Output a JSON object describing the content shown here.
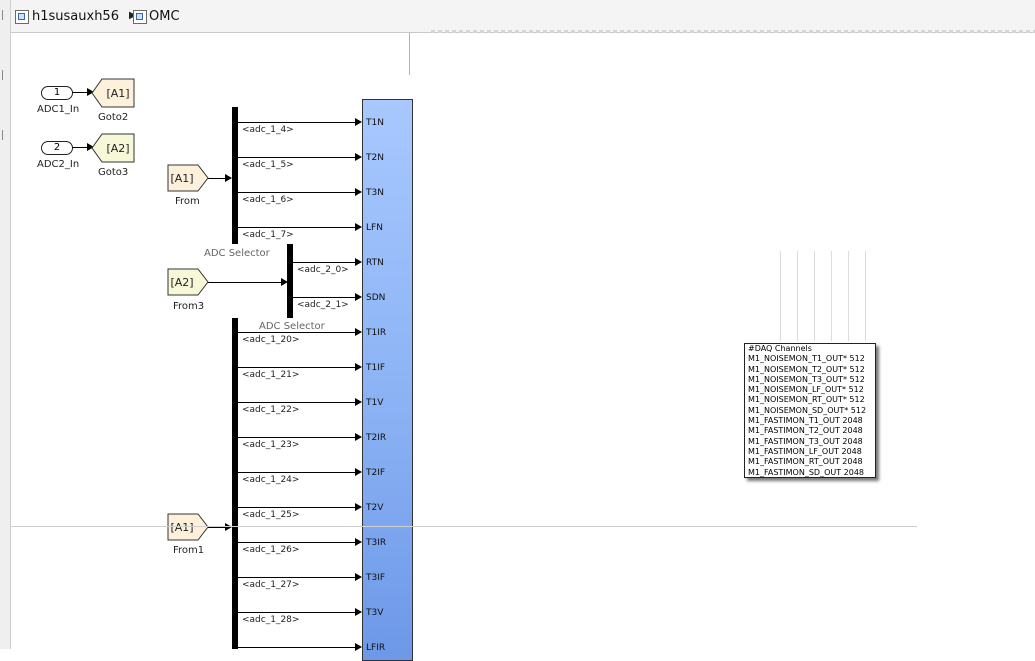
{
  "breadcrumb": {
    "root": "h1susauxh56",
    "child": "OMC"
  },
  "inports": [
    {
      "num": "1",
      "name": "ADC1_In"
    },
    {
      "num": "2",
      "name": "ADC2_In"
    }
  ],
  "gotos": [
    {
      "tag": "[A1]",
      "name": "Goto2"
    },
    {
      "tag": "[A2]",
      "name": "Goto3"
    }
  ],
  "froms": [
    {
      "tag": "[A1]",
      "name": "From"
    },
    {
      "tag": "[A2]",
      "name": "From3"
    },
    {
      "tag": "[A1]",
      "name": "From1"
    }
  ],
  "selectors": [
    "ADC Selector",
    "ADC Selector"
  ],
  "signals": [
    "<adc_1_4>",
    "<adc_1_5>",
    "<adc_1_6>",
    "<adc_1_7>",
    "<adc_2_0>",
    "<adc_2_1>",
    "<adc_1_20>",
    "<adc_1_21>",
    "<adc_1_22>",
    "<adc_1_23>",
    "<adc_1_24>",
    "<adc_1_25>",
    "<adc_1_26>",
    "<adc_1_27>",
    "<adc_1_28>"
  ],
  "ports": [
    "T1N",
    "T2N",
    "T3N",
    "LFN",
    "RTN",
    "SDN",
    "T1IR",
    "T1IF",
    "T1V",
    "T2IR",
    "T2IF",
    "T2V",
    "T3IR",
    "T3IF",
    "T3V",
    "LFIR"
  ],
  "daq": {
    "title": "#DAQ Channels",
    "lines": [
      "M1_NOISEMON_T1_OUT* 512",
      "M1_NOISEMON_T2_OUT* 512",
      "M1_NOISEMON_T3_OUT* 512",
      "M1_NOISEMON_LF_OUT* 512",
      "M1_NOISEMON_RT_OUT* 512",
      "M1_NOISEMON_SD_OUT* 512",
      "M1_FASTIMON_T1_OUT 2048",
      "M1_FASTIMON_T2_OUT 2048",
      "M1_FASTIMON_T3_OUT 2048",
      "M1_FASTIMON_LF_OUT 2048",
      "M1_FASTIMON_RT_OUT 2048",
      "M1_FASTIMON_SD_OUT 2048"
    ]
  },
  "colors": {
    "block_top": "#a8c8ff",
    "block_bottom": "#6d98e8",
    "goto_fill": "#fdf1dc",
    "from2_fill": "#f7f8d8"
  }
}
